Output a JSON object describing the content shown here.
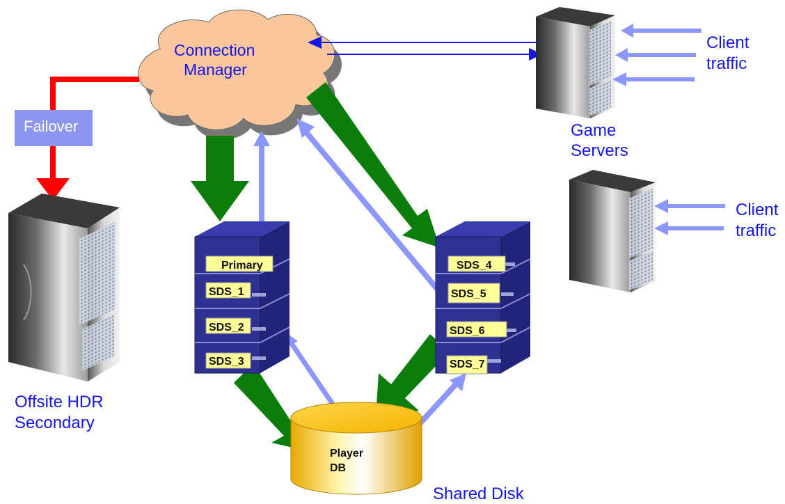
{
  "cloud": {
    "label_line1": "Connection",
    "label_line2": "Manager"
  },
  "failover": {
    "label": "Failover"
  },
  "game_servers": {
    "label_line1": "Game",
    "label_line2": "Servers"
  },
  "client_traffic_top": {
    "line1": "Client",
    "line2": "traffic"
  },
  "client_traffic_bottom": {
    "line1": "Client",
    "line2": "traffic"
  },
  "offsite": {
    "label_line1": "Offsite HDR",
    "label_line2": "Secondary"
  },
  "shared_disk": {
    "label": "Shared Disk",
    "db_line1": "Player",
    "db_line2": "DB"
  },
  "left_rack": {
    "slots": [
      "Primary",
      "SDS_1",
      "SDS_2",
      "SDS_3"
    ]
  },
  "right_rack": {
    "slots": [
      "SDS_4",
      "SDS_5",
      "SDS_6",
      "SDS_7"
    ]
  },
  "colors": {
    "cloud": "#f9c79b",
    "rack": "#2e3191",
    "slot": "#ffff99",
    "green": "#0a7d0a",
    "light_blue": "#8c96ff",
    "red": "#ff0000",
    "dark_blue": "#1515e6",
    "failover_box": "#8c96f0",
    "disk": "#f5c518"
  }
}
